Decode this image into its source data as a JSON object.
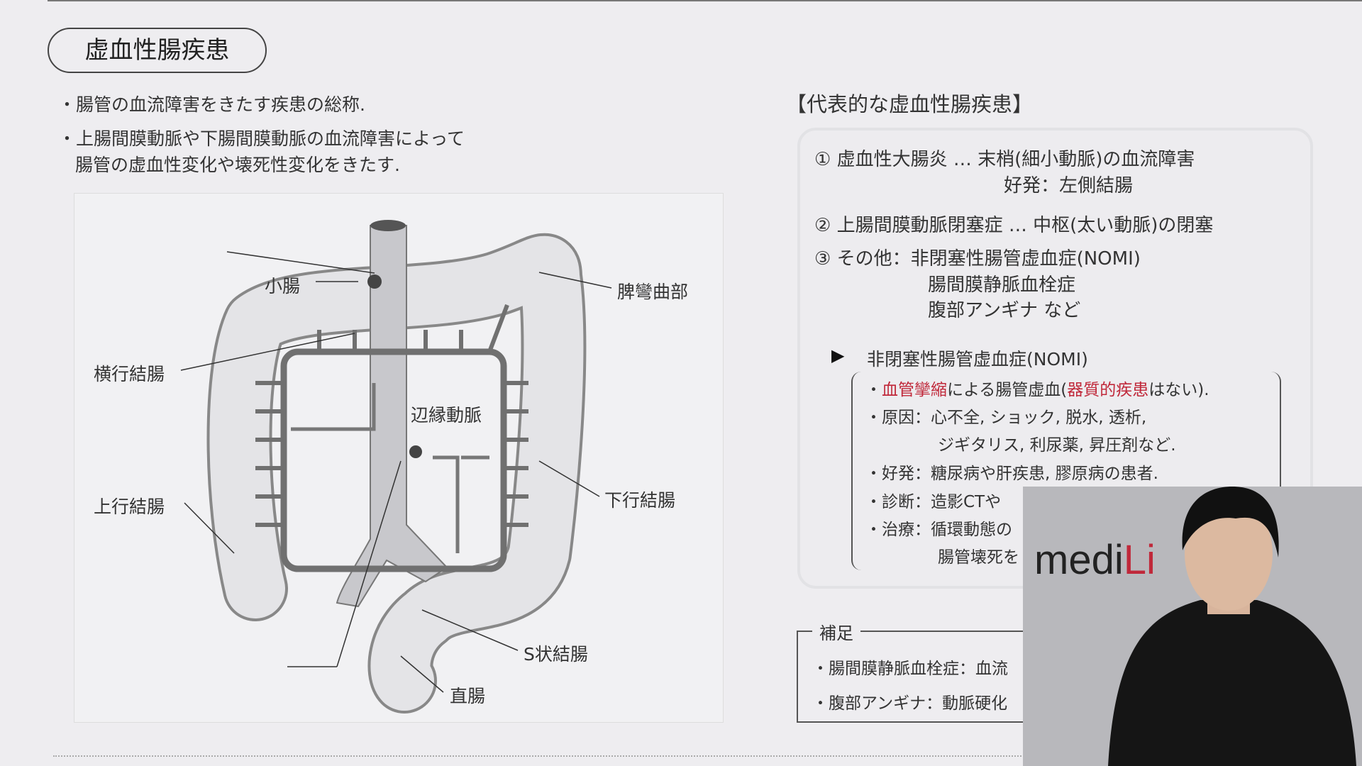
{
  "title": "虚血性腸疾患",
  "left_bullets": [
    "・腸管の血流障害をきたす疾患の総称.",
    "・上腸間膜動脈や下腸間膜動脈の血流障害によって",
    "腸管の虚血性変化や壊死性変化をきたす."
  ],
  "diagram_labels": {
    "small_intestine": "小腸",
    "splenic_flexure": "脾彎曲部",
    "transverse_colon": "横行結腸",
    "marginal_artery": "辺縁動脈",
    "ascending_colon": "上行結腸",
    "descending_colon": "下行結腸",
    "sigmoid_colon": "S状結腸",
    "rectum": "直腸"
  },
  "right": {
    "heading": "【代表的な虚血性腸疾患】",
    "item1": "① 虚血性大腸炎 … 末梢(細小動脈)の血流障害",
    "item1_sub": "好発：左側結腸",
    "item2": "② 上腸間膜動脈閉塞症 … 中枢(太い動脈)の閉塞",
    "item3": "③ その他：非閉塞性腸管虚血症(NOMI)",
    "item3_sub1": "腸間膜静脈血栓症",
    "item3_sub2": "腹部アンギナ など",
    "nomi_heading": "非閉塞性腸管虚血症(NOMI)",
    "nomi": {
      "b1_pre": "・",
      "b1_red1": "血管攣縮",
      "b1_mid": "による腸管虚血(",
      "b1_red2": "器質的疾患",
      "b1_post": "はない).",
      "b2": "・原因：心不全, ショック, 脱水, 透析,",
      "b2_cont": "ジギタリス, 利尿薬, 昇圧剤など.",
      "b3": "・好発：糖尿病や肝疾患, 膠原病の患者.",
      "b4": "・診断：造影CTや",
      "b5": "・治療：循環動態の",
      "b5_cont": "腸管壊死を"
    },
    "hosoku_label": "補足",
    "hosoku1": "・腸間膜静脈血栓症：血流",
    "hosoku2": "・腹部アンギナ：動脈硬化"
  },
  "webcam": {
    "logo_a": "medi",
    "logo_b": "Li"
  },
  "colors": {
    "accent_red": "#c0283a"
  }
}
